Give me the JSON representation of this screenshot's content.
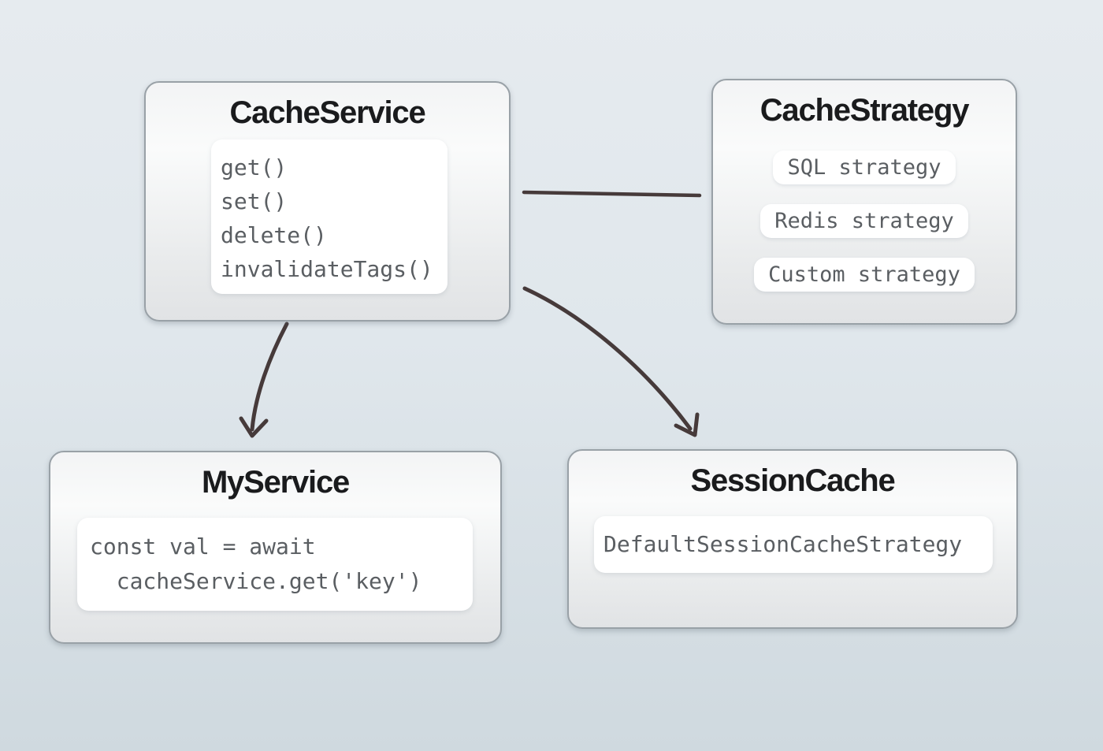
{
  "diagram": {
    "nodes": {
      "cache_service": {
        "title": "CacheService",
        "methods": [
          "get()",
          "set()",
          "delete()",
          "invalidateTags()"
        ]
      },
      "cache_strategy": {
        "title": "CacheStrategy",
        "strategies": [
          "SQL strategy",
          "Redis strategy",
          "Custom strategy"
        ]
      },
      "my_service": {
        "title": "MyService",
        "code": "const val = await\n  cacheService.get('key')"
      },
      "session_cache": {
        "title": "SessionCache",
        "implementation": "DefaultSessionCacheStrategy"
      }
    },
    "edges": [
      {
        "from": "CacheService",
        "to": "CacheStrategy",
        "type": "line"
      },
      {
        "from": "CacheService",
        "to": "MyService",
        "type": "arrow"
      },
      {
        "from": "CacheService",
        "to": "SessionCache",
        "type": "arrow"
      }
    ],
    "colors": {
      "connector": "#463a3a",
      "node_border": "#99a1a7",
      "title_text": "#1a1b1d",
      "code_text": "#5a5e62",
      "background_top": "#e6ebef",
      "background_bottom": "#cfd9df"
    }
  }
}
